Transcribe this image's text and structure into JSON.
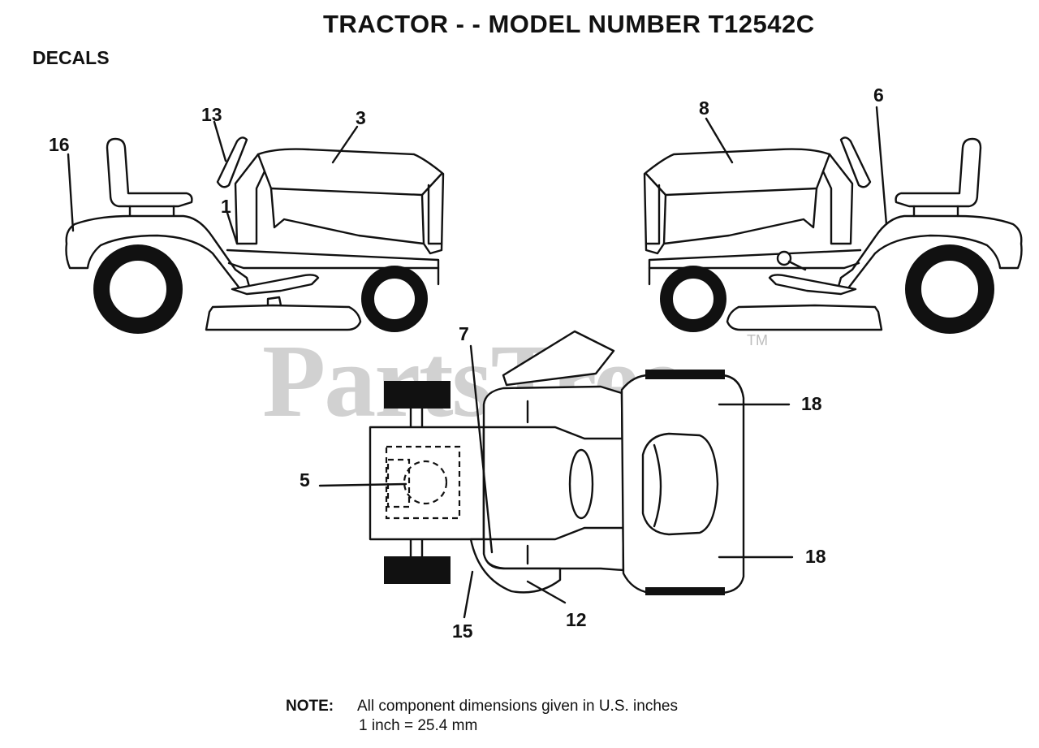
{
  "title": "TRACTOR - - MODEL NUMBER T12542C",
  "section": "DECALS",
  "watermark": "PartsTree",
  "watermark_tm": "TM",
  "callouts": {
    "c16": "16",
    "c13": "13",
    "c3": "3",
    "c1": "1",
    "c8": "8",
    "c6": "6",
    "c7": "7",
    "c5": "5",
    "c18a": "18",
    "c18b": "18",
    "c12": "12",
    "c15": "15"
  },
  "note": {
    "label": "NOTE:",
    "line1": "All component dimensions given in U.S. inches",
    "line2": "1 inch = 25.4 mm"
  }
}
